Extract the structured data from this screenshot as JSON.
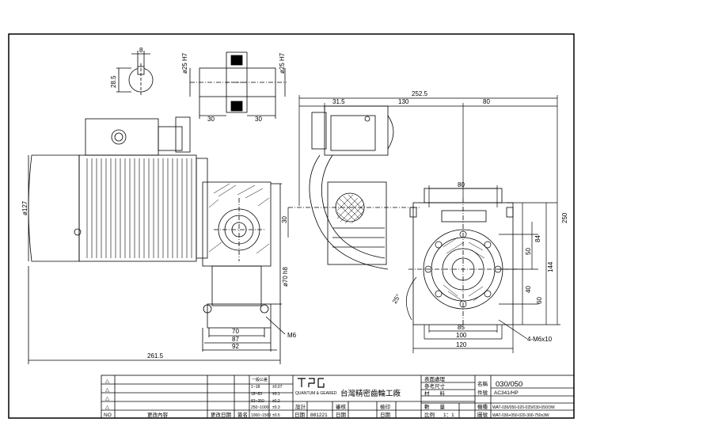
{
  "drawing": {
    "dimensions": {
      "key_width": "8",
      "key_height": "28.5",
      "shaft_dia_left": "ø25 H7",
      "shaft_dia_right": "ø25 H7",
      "shaft_len_left": "30",
      "shaft_len_right": "30",
      "overall_width": "252.5",
      "seg_31_5": "31.5",
      "seg_130": "130",
      "seg_80_top": "80",
      "seg_80_mid": "80",
      "height_250": "250",
      "height_144": "144",
      "height_84": "84",
      "height_50": "50",
      "height_40": "40",
      "height_60": "60",
      "offset_30": "30",
      "angle_25": "25°",
      "flange_dia": "ø70 h8",
      "motor_dia": "ø127",
      "base_70": "70",
      "base_87": "87",
      "base_92": "92",
      "overall_261_5": "261.5",
      "thread_m6": "M6",
      "foot_85": "85",
      "foot_100": "100",
      "foot_120": "120",
      "holes": "4-M6x10"
    },
    "title_block": {
      "tolerance_header": "一般公差",
      "tol_rows": [
        {
          "range": "1~18",
          "tol": "±0.07"
        },
        {
          "range": "18~83",
          "tol": "±0.1"
        },
        {
          "range": "83~250",
          "tol": "±0.2"
        },
        {
          "range": "250~1000",
          "tol": "±0.3"
        },
        {
          "range": "1000~1500",
          "tol": "±0.5"
        }
      ],
      "revision_marks": [
        "△",
        "△",
        "△",
        "△",
        "△"
      ],
      "company_sub": "QUANTUM & GEARED",
      "company_name": "台灣精密齒輪工廠",
      "col_no": "NO",
      "col_content": "更改內容",
      "col_date": "更改日期",
      "col_sign": "簽名",
      "designer_label": "設計",
      "approver_label": "審核",
      "checker_label": "檢印",
      "date_label": "日期",
      "date_label2": "日期",
      "date_label3": "日期",
      "date_value": "881221",
      "remarks": [
        "表面處理",
        "參考尺寸",
        "材　　料"
      ],
      "name_label": "名稱",
      "name_value": "030/050",
      "part_label": "件號",
      "part_value": "AC341/HP",
      "qty_label": "數　　量",
      "scale_label": "比例",
      "scale_value": "1：1",
      "drawing_no_label": "圖號",
      "drawing_no_value": "WAT-030+050-020-300-750x3W",
      "model_label": "機種",
      "model_value": "WAT-030/050-020-025/030-050/3W"
    }
  }
}
